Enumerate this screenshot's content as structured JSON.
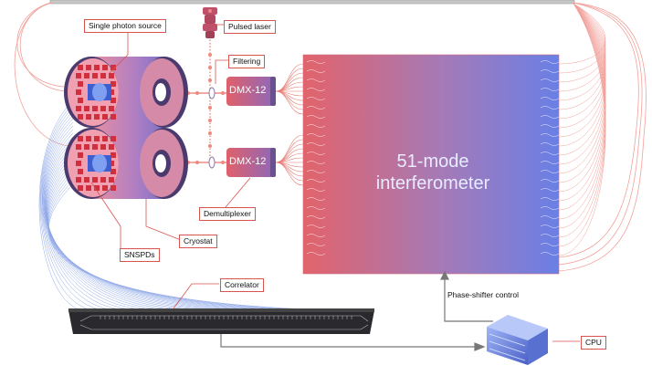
{
  "labels": {
    "single_photon_source": "Single photon source",
    "pulsed_laser": "Pulsed laser",
    "filtering": "Filtering",
    "demultiplexer": "Demultiplexer",
    "cryostat": "Cryostat",
    "snspds": "SNSPDs",
    "correlator": "Correlator",
    "phase_shifter_control": "Phase-shifter control",
    "cpu": "CPU"
  },
  "demux": {
    "top": "DMX-12",
    "bottom": "DMX-12"
  },
  "interferometer": {
    "line1": "51-mode",
    "line2": "interferometer"
  },
  "colors": {
    "callout_border": "#d9534f",
    "laser_path": "#e7786f",
    "fiber_red": "#f2a09a",
    "fiber_blue": "#8fa8e8",
    "chip_left": "#e0626a",
    "chip_right": "#6a7fe6",
    "cryostat_dark": "#4a3a6e"
  }
}
